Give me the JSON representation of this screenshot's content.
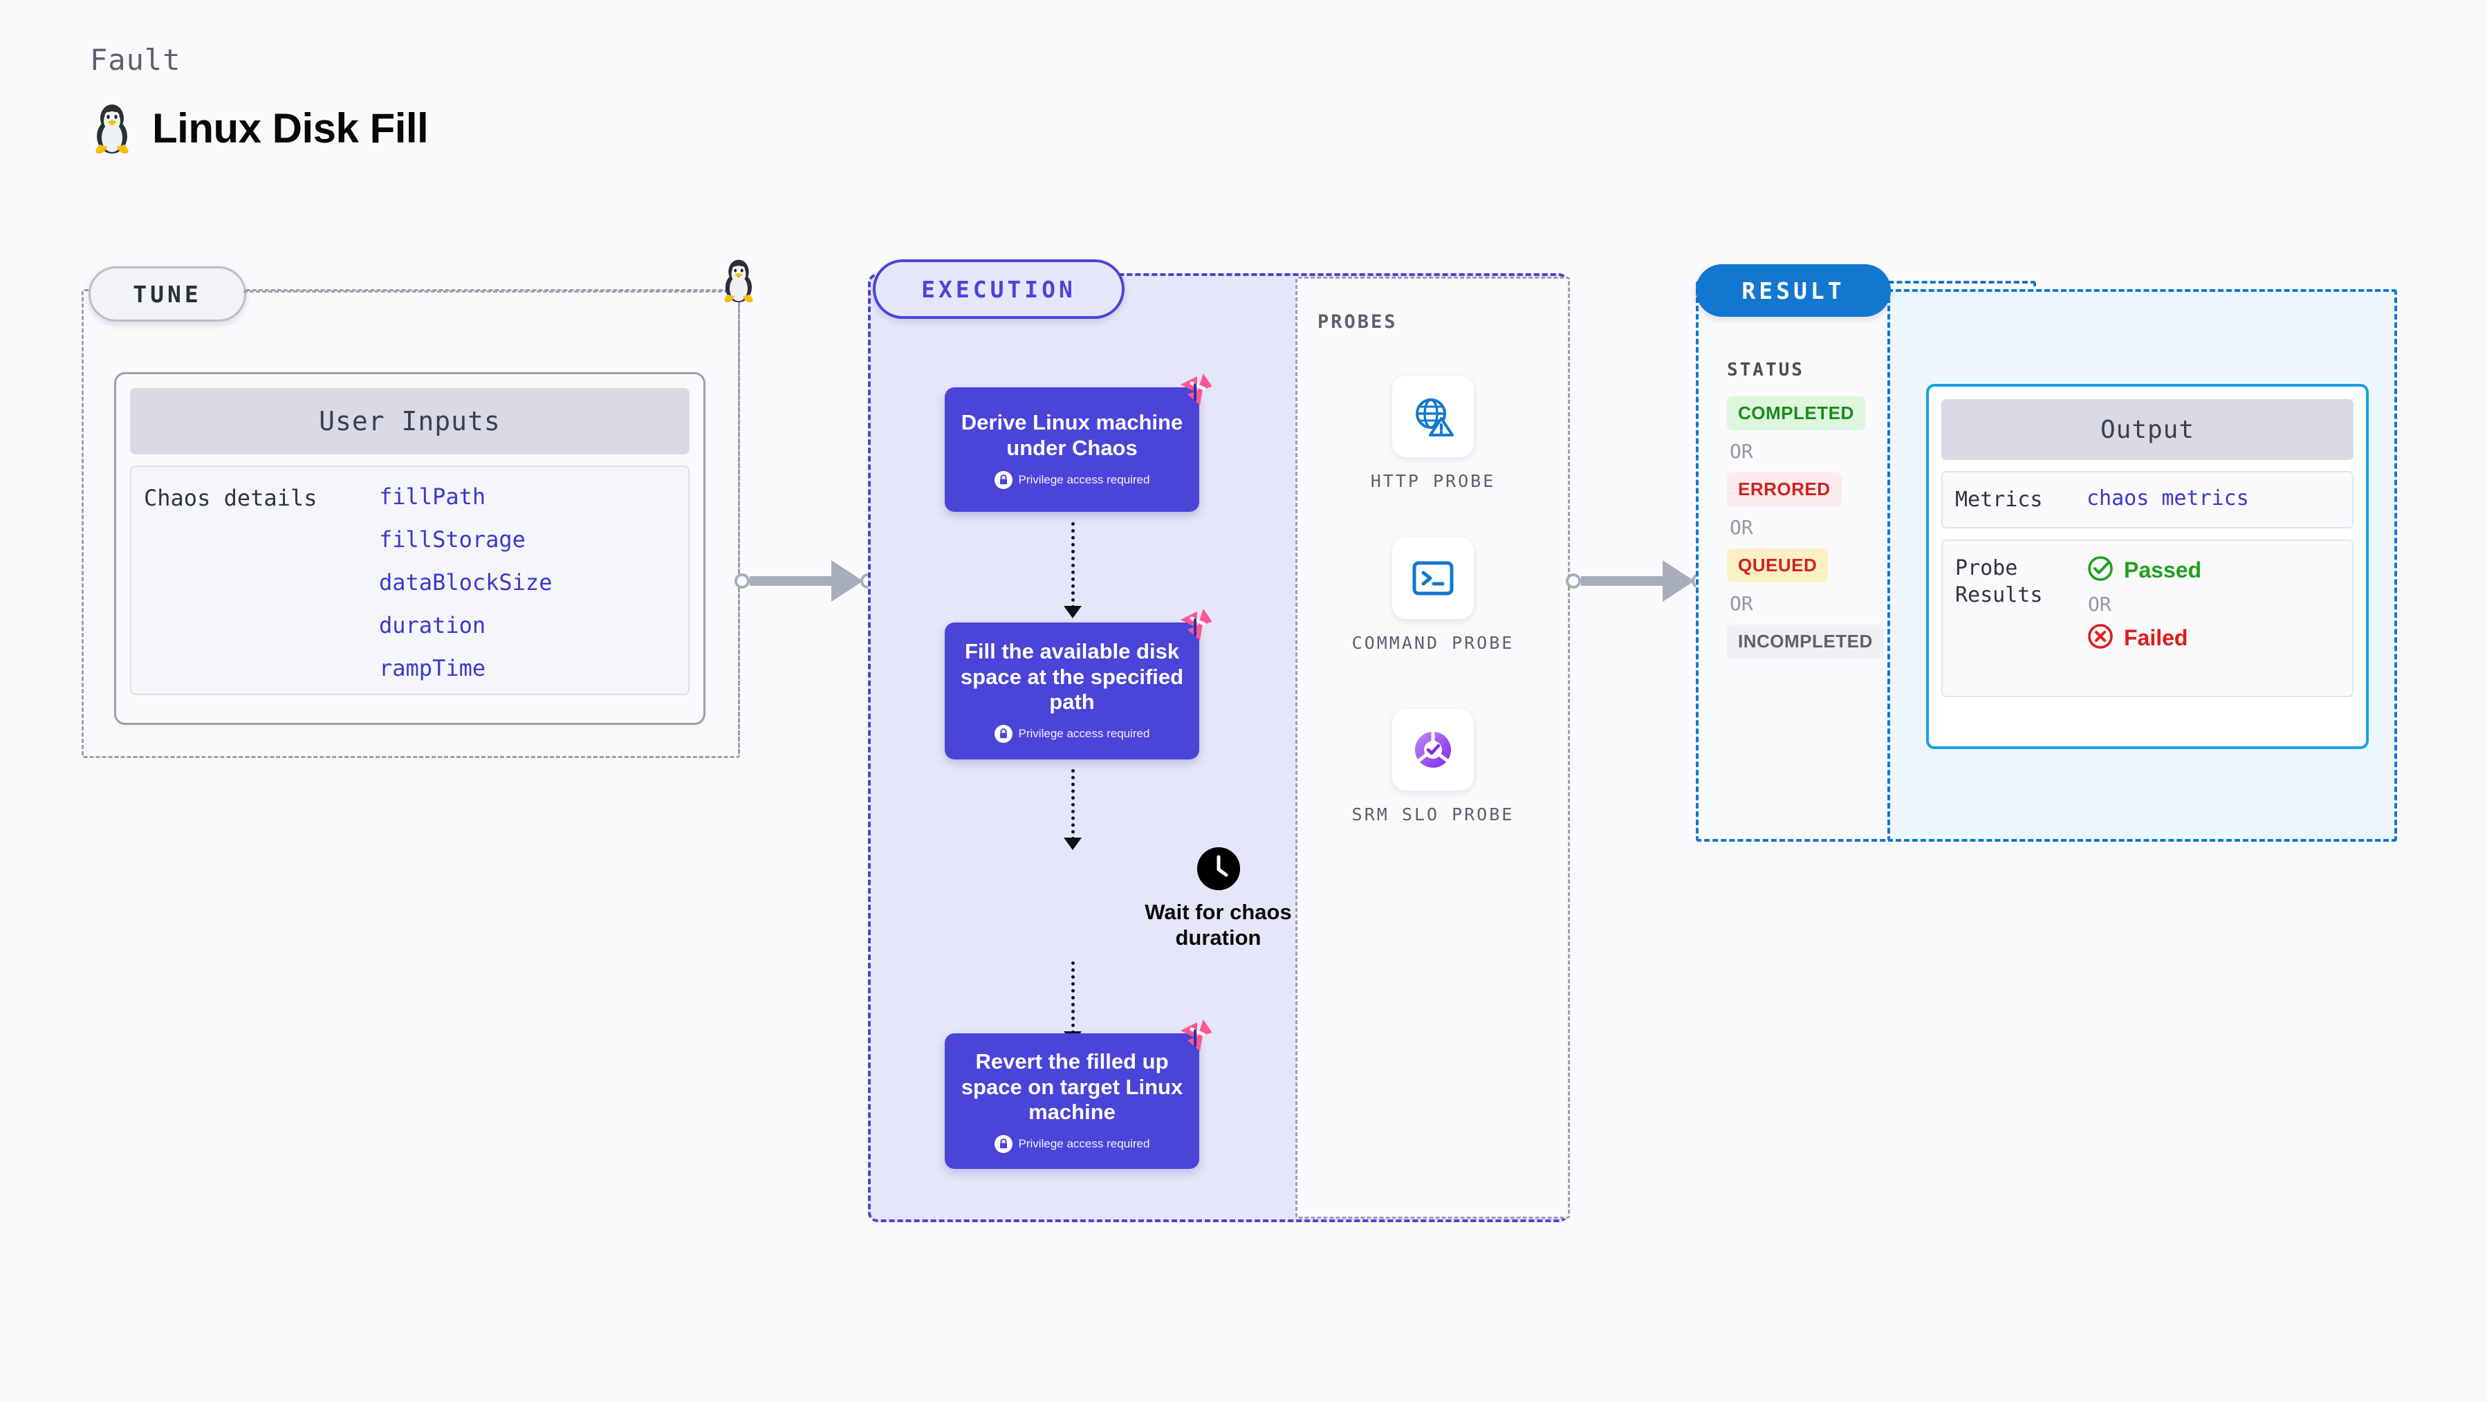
{
  "header": {
    "eyebrow": "Fault",
    "title": "Linux Disk Fill",
    "icon": "linux-tux-icon"
  },
  "tune": {
    "badge": "TUNE",
    "card_title": "User Inputs",
    "details_label": "Chaos details",
    "params": [
      "fillPath",
      "fillStorage",
      "dataBlockSize",
      "duration",
      "rampTime"
    ]
  },
  "execution": {
    "badge": "EXECUTION",
    "privilege_text": "Privilege access required",
    "steps": [
      {
        "title": "Derive Linux machine under Chaos",
        "privileged": true,
        "ribbon": "litmus-ribbon-icon"
      },
      {
        "title": "Fill the available disk space at the specified path",
        "privileged": true,
        "ribbon": "litmus-ribbon-icon"
      }
    ],
    "wait": {
      "label": "Wait for chaos duration",
      "icon": "clock-icon"
    },
    "final_step": {
      "title": "Revert the filled up space on target Linux machine",
      "privileged": true,
      "ribbon": "litmus-ribbon-icon"
    }
  },
  "probes": {
    "title": "PROBES",
    "items": [
      {
        "label": "HTTP PROBE",
        "icon": "globe-warning-icon"
      },
      {
        "label": "COMMAND PROBE",
        "icon": "terminal-icon"
      },
      {
        "label": "SRM SLO PROBE",
        "icon": "slo-donut-check-icon"
      }
    ]
  },
  "result": {
    "badge": "RESULT",
    "status_title": "STATUS",
    "or_label": "OR",
    "statuses": [
      {
        "label": "COMPLETED",
        "bg": "#ddf6dd",
        "fg": "#1b8a1b"
      },
      {
        "label": "ERRORED",
        "bg": "#fdeaea",
        "fg": "#cc2222"
      },
      {
        "label": "QUEUED",
        "bg": "#fdf0c4",
        "fg": "#cc2222"
      },
      {
        "label": "INCOMPLETED",
        "bg": "#eef0f4",
        "fg": "#5b6070"
      }
    ]
  },
  "output": {
    "title": "Output",
    "metrics_key": "Metrics",
    "metrics_value": "chaos metrics",
    "probe_results_key": "Probe Results",
    "or_label": "OR",
    "passed_label": "Passed",
    "failed_label": "Failed",
    "passed_color": "#1ea01e",
    "failed_color": "#e01b1b"
  },
  "colors": {
    "execution_accent": "#4a44d8",
    "result_accent": "#1277cf",
    "param_link": "#3b38cc",
    "ribbon_pink": "#f9578f"
  }
}
